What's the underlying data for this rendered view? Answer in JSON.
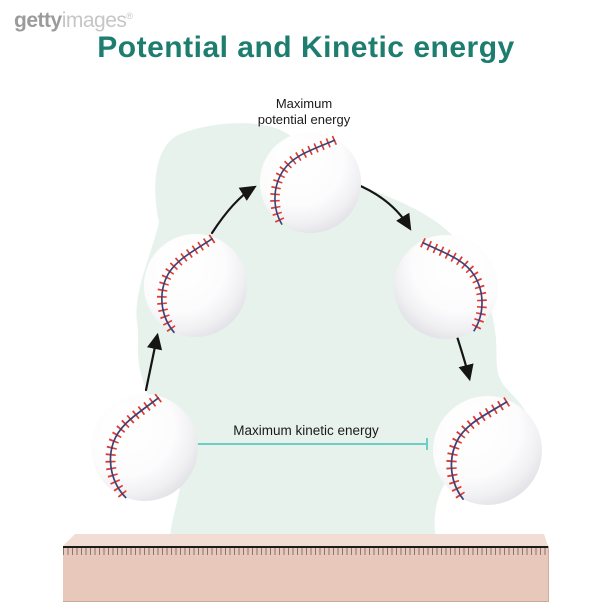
{
  "watermark": {
    "brand_bold": "getty",
    "brand_light": "images",
    "registered_mark": "®"
  },
  "title": "Potential and Kinetic energy",
  "diagram": {
    "top_label": {
      "line1": "Maximum",
      "line2": "potential energy"
    },
    "bottom_label": "Maximum kinetic energy"
  },
  "icons": {
    "baseball": "white sphere with red stitched seam",
    "trajectory_arrow": "black curved arrow along flight path",
    "measurement_line": "teal horizontal span line with end caps",
    "ruler": "ground slab with tick marks"
  },
  "colors": {
    "title_text": "#1d7d6f",
    "label_text": "#1a1a1a",
    "arrow": "#151515",
    "measure_line": "#6ecdc5",
    "blob": "#e8f2ec",
    "ground_top": "#f1ddd4",
    "ground_front": "#e7c8ba",
    "ground_tick": "#6b5a52",
    "ruler_line": "#1c1c1c",
    "seam_line": "#3d4377",
    "seam_stitch": "#e0392e",
    "watermark_bold": "#9b9b9b",
    "watermark_light": "#c6c6c6"
  }
}
